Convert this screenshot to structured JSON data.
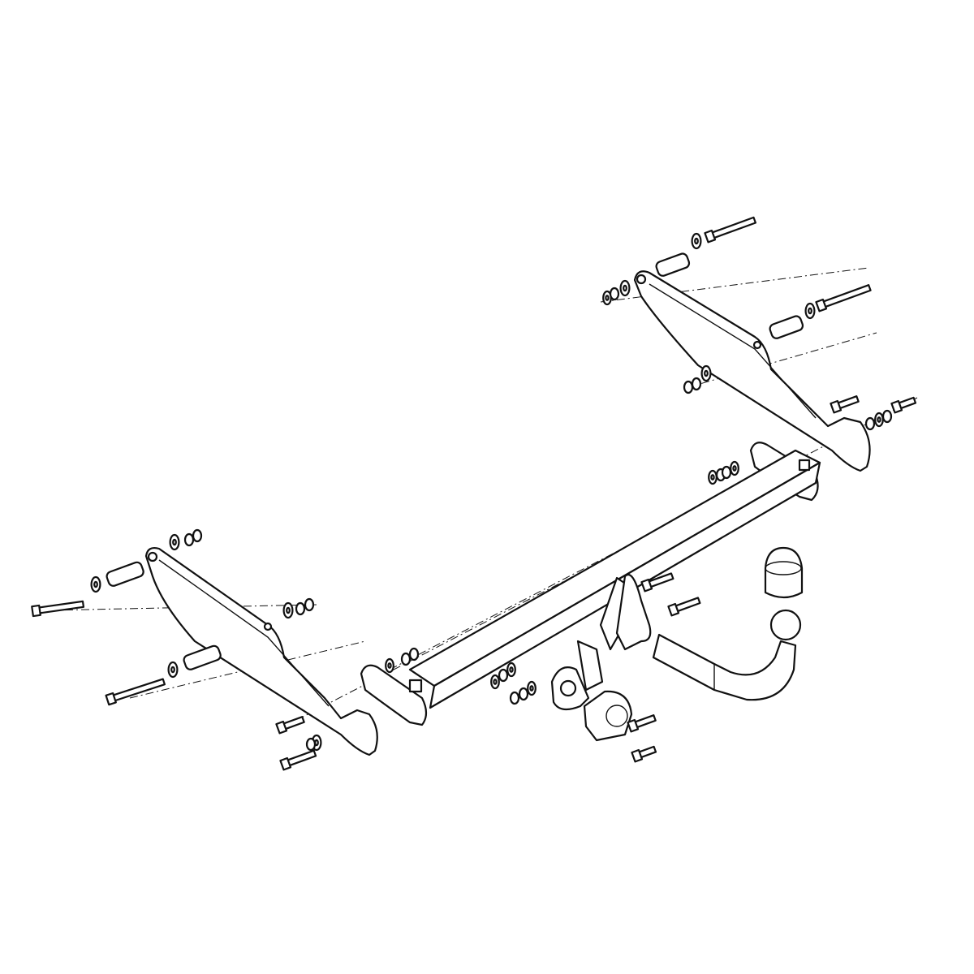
{
  "drawing": {
    "subject": "tow-bar-exploded-view",
    "line_color": "#111111",
    "background_color": "#ffffff",
    "parts": [
      "crossbar",
      "left-bracket",
      "right-bracket",
      "tow-ball-neck",
      "tow-ball",
      "ball-cap",
      "socket-plate",
      "electrical-socket",
      "bolts",
      "washers",
      "nuts",
      "spacer-tubes"
    ]
  }
}
